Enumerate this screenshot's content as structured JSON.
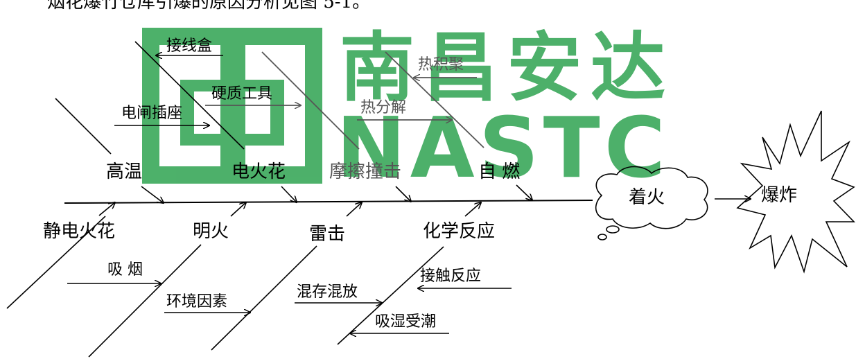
{
  "header_line": "烟花爆竹仓库引爆的原因分析见图 5-1。",
  "watermark": {
    "cn": "南昌安达",
    "en": "NASTC",
    "color": "#3aa85a"
  },
  "upper_causes": {
    "high_temp": "高温",
    "spark": "电火花",
    "friction": "摩擦撞击",
    "self_ignite": "自 燃"
  },
  "lower_causes": {
    "static": "静电火花",
    "open_fire": "明火",
    "lightning": "雷击",
    "chemical": "化学反应"
  },
  "sub_causes": {
    "socket": "电闸插座",
    "junction_box": "接线盒",
    "hard_tools": "硬质工具",
    "heat_accum": "热积聚",
    "thermal_decomp": "热分解",
    "smoking": "吸 烟",
    "environment": "环境因素",
    "mixed_storage": "混存混放",
    "contact_reaction": "接触反应",
    "moisture": "吸湿受潮"
  },
  "results": {
    "fire": "着火",
    "explosion": "爆炸"
  }
}
